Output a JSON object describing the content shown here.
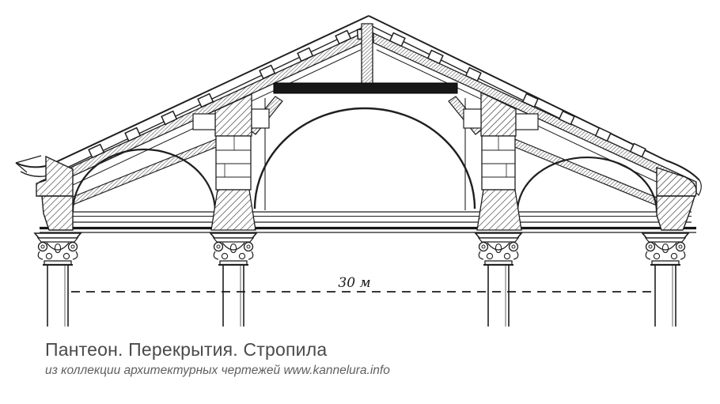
{
  "drawing": {
    "type": "architectural-section",
    "subject": "Pantheon portico roof truss section",
    "dimension_label": "30 м",
    "ink_color": "#1f1f1f",
    "background": "#ffffff"
  },
  "caption": {
    "title": "Пантеон. Перекрытия. Стропила",
    "subtitle": "из коллекции архитектурных чертежей www.kannelura.info",
    "title_color": "#4a4a4a",
    "subtitle_color": "#5f5f5f"
  }
}
